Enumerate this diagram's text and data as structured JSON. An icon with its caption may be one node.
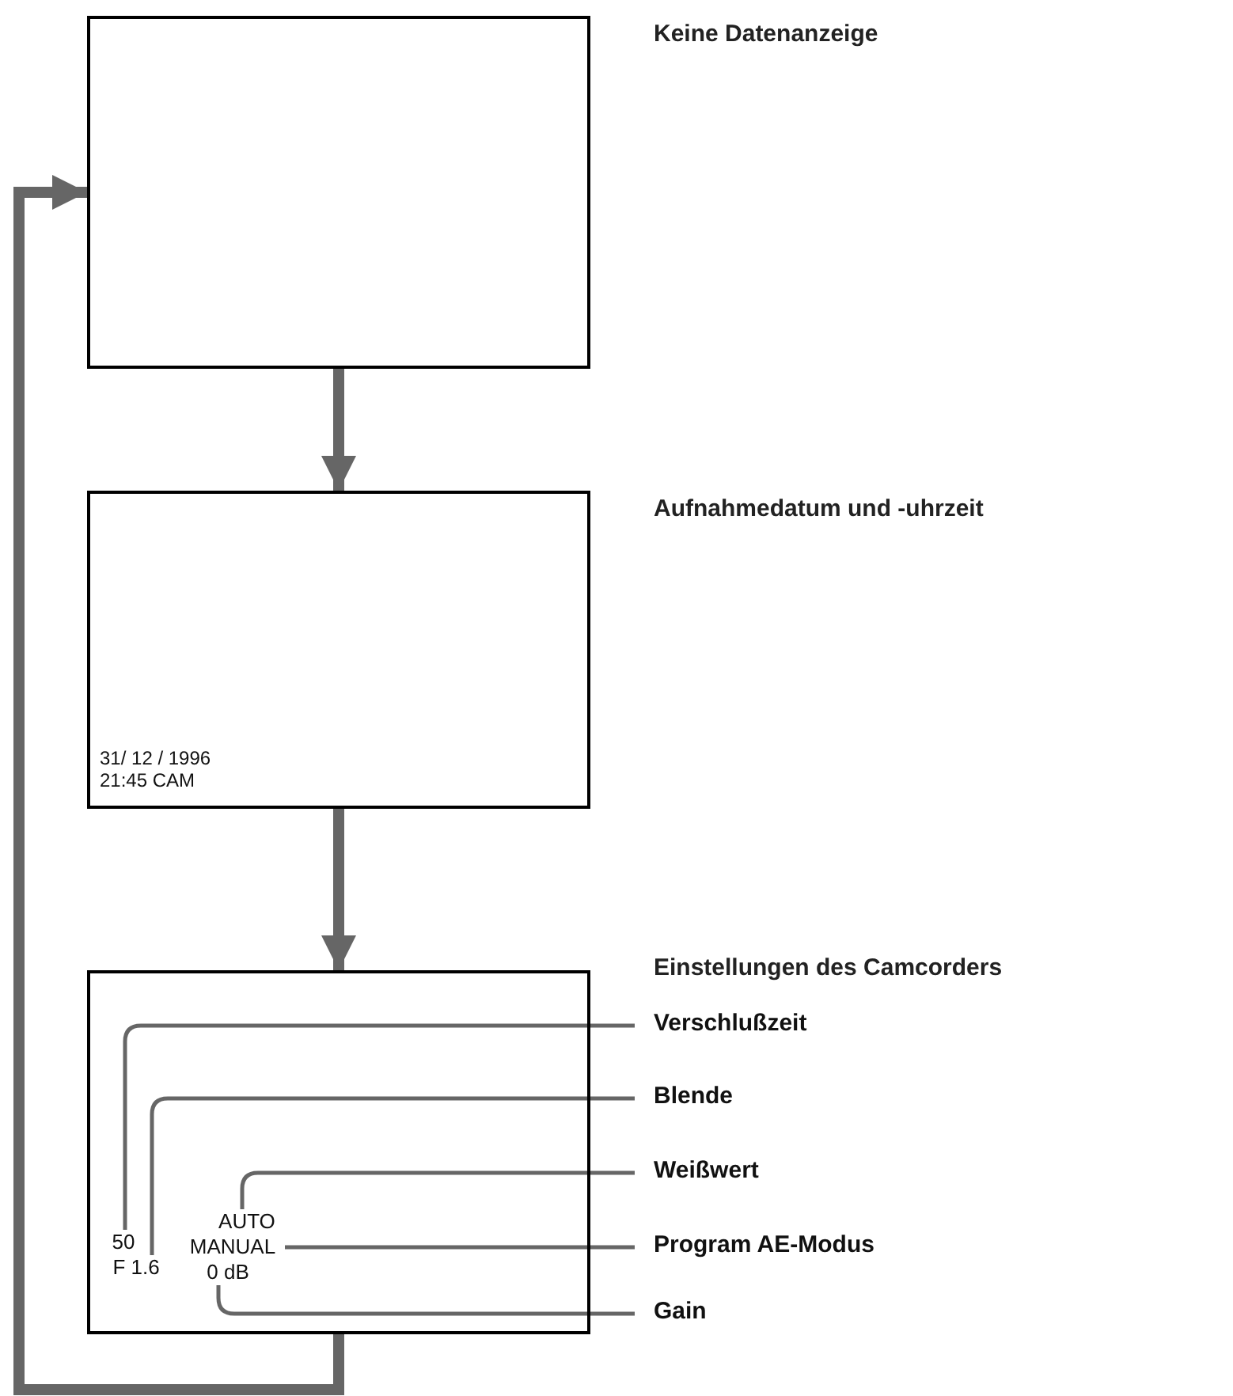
{
  "diagram": {
    "nodes": [
      {
        "text": [],
        "shape": "box",
        "beside": [
          "Keine Datenanzeige"
        ]
      },
      {
        "text": [
          "31/ 12 / 1996",
          "21:45 CAM"
        ],
        "beside": [
          "Aufnahmedatum und -uhrzeit"
        ]
      },
      {
        "text": [],
        "shape": "box"
      },
      {
        "text": [
          "50"
        ],
        "in": 2
      },
      {
        "text": [
          "F 1.6"
        ],
        "in": 2
      },
      {
        "text": [
          "AUTO"
        ],
        "in": 2
      },
      {
        "text": [
          "MANUAL"
        ],
        "in": 2
      },
      {
        "text": [
          "0 dB"
        ],
        "in": 2
      },
      {
        "text": [
          "Verschlußzeit"
        ]
      },
      {
        "text": [
          "Blende"
        ]
      },
      {
        "text": [
          "Weißwert"
        ]
      },
      {
        "text": [
          "Program AE-Modus"
        ]
      },
      {
        "text": [
          "Gain"
        ]
      }
    ],
    "edges": [
      {
        "from": 0,
        "to": 1,
        "arrow": "to",
        "style": "thick"
      },
      {
        "from": 1,
        "to": 2,
        "arrow": "to",
        "style": "thick"
      },
      {
        "from": 2,
        "to": 0,
        "arrow": "to",
        "style": "thick"
      },
      {
        "from": 3,
        "to": 8,
        "arrow": "none"
      },
      {
        "from": 4,
        "to": 9,
        "arrow": "none"
      },
      {
        "from": 5,
        "to": 10,
        "arrow": "none"
      },
      {
        "from": 6,
        "to": 11,
        "arrow": "none"
      },
      {
        "from": 7,
        "to": 12,
        "arrow": "none"
      }
    ],
    "labels": [
      "Einstellungen des Camcorders"
    ]
  }
}
